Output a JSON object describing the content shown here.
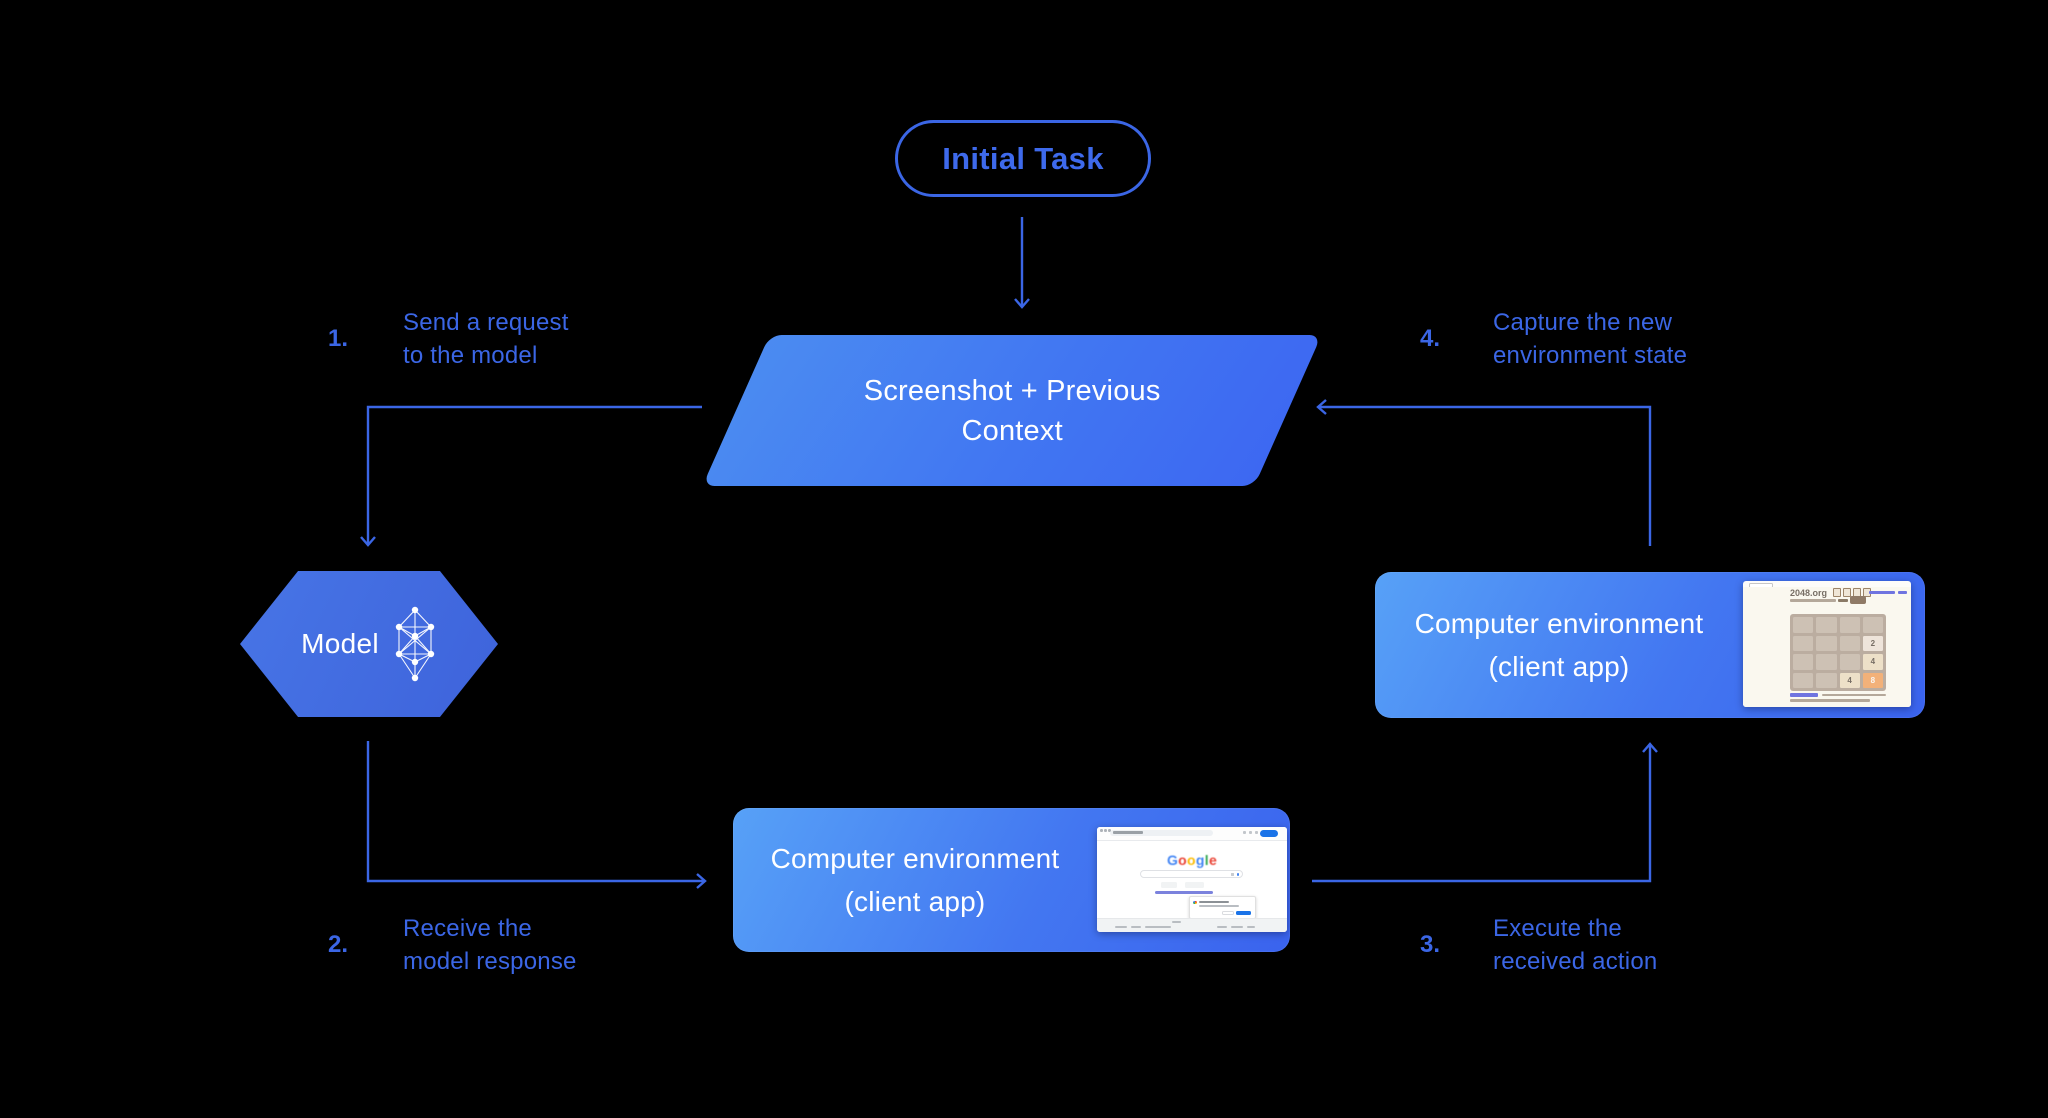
{
  "colors": {
    "background": "#000000",
    "accent_blue": "#3B66E5",
    "shape_gradient_from": "#57A1F7",
    "shape_gradient_to": "#3A63EE",
    "hexagon_blue": "#4168DC",
    "shape_text": "#FFFFFF",
    "google_blue": "#1A73E8",
    "g2048_board": "#BBADA0",
    "g2048_cell": "#CDC1B4",
    "g2048_tile_2": "#EEE4DA",
    "g2048_tile_4": "#EDE0C8",
    "g2048_tile_8": "#F2B179",
    "g2048_text": "#776E65"
  },
  "initial_task": {
    "label": "Initial Task"
  },
  "context_shape": {
    "line1": "Screenshot + Previous",
    "line2": "Context"
  },
  "model": {
    "label": "Model",
    "icon": "neural-network-icon"
  },
  "env_bottom": {
    "line1": "Computer environment",
    "line2": "(client app)"
  },
  "env_right": {
    "line1": "Computer environment",
    "line2": "(client app)"
  },
  "steps": {
    "s1": {
      "num": "1.",
      "line1": "Send a request",
      "line2": "to the model"
    },
    "s2": {
      "num": "2.",
      "line1": "Receive the",
      "line2": "model response"
    },
    "s3": {
      "num": "3.",
      "line1": "Execute the",
      "line2": "received action"
    },
    "s4": {
      "num": "4.",
      "line1": "Capture the new",
      "line2": "environment state"
    }
  },
  "shots": {
    "google": {
      "logo": "Google"
    },
    "game": {
      "title": "2048.org",
      "tiles": {
        "t1": "2",
        "t2": "4",
        "t3": "4",
        "t4": "8"
      }
    }
  }
}
